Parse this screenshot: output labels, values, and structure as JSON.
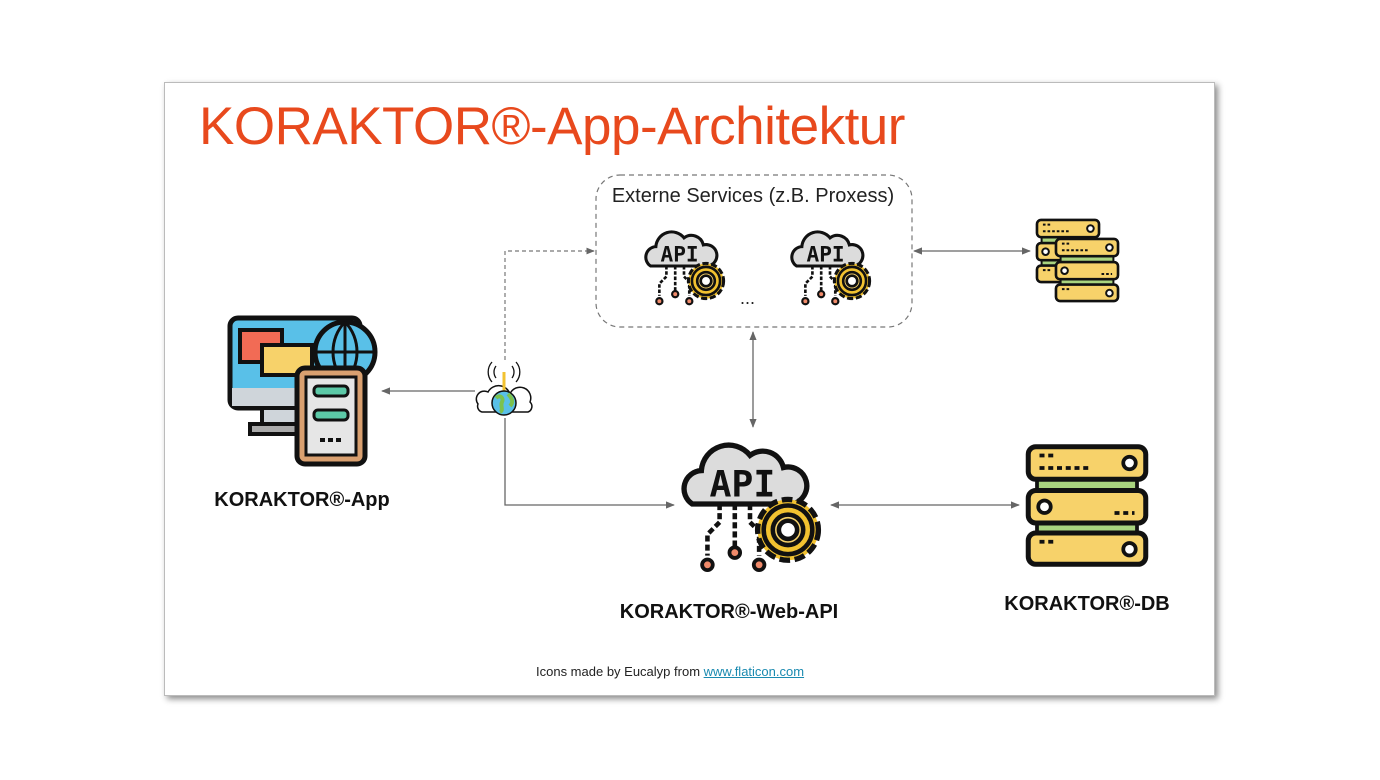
{
  "title": "KORAKTOR®-App-Architektur",
  "external_services": {
    "label": "Externe Services (z.B. Proxess)",
    "ellipsis": "..."
  },
  "nodes": {
    "app": "KORAKTOR®-App",
    "web_api": "KORAKTOR®-Web-API",
    "db": "KORAKTOR®-DB"
  },
  "icons": {
    "api_text": "API"
  },
  "footer": {
    "text": "Icons made by Eucalyp from ",
    "link": "www.flaticon.com"
  },
  "colors": {
    "title": "#e8491d",
    "gear": "#f2c230",
    "db": "#f7d26a",
    "db_band": "#a9d47f",
    "link": "#1a8ab0"
  }
}
